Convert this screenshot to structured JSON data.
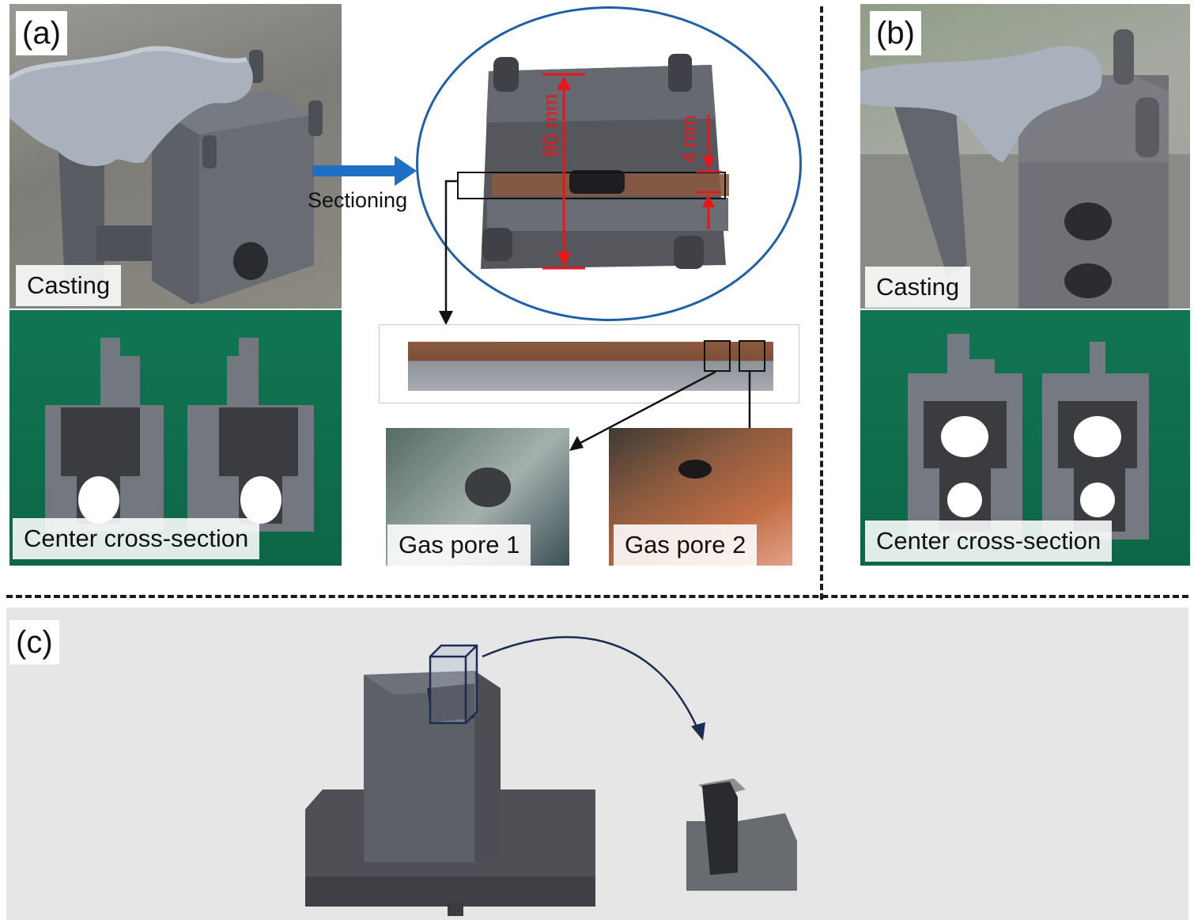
{
  "panels": {
    "a": {
      "label": "(a)",
      "casting_caption": "Casting",
      "section_caption": "Center cross-section",
      "arrow_label": "Sectioning",
      "dim_height": "80 mm",
      "dim_thickness": "4 mm",
      "pore1_caption": "Gas pore 1",
      "pore2_caption": "Gas pore 2"
    },
    "b": {
      "label": "(b)",
      "casting_caption": "Casting",
      "section_caption": "Center cross-section"
    },
    "c": {
      "label": "(c)"
    }
  },
  "colors": {
    "sectioning_arrow": "#1f6fc4",
    "callout_ellipse": "#1e5fa8",
    "dimension": "#e8161b",
    "curved_arrow": "#1b2d52",
    "green_background": "#0f6e4a",
    "panel_c_background": "#e6e6e6"
  }
}
